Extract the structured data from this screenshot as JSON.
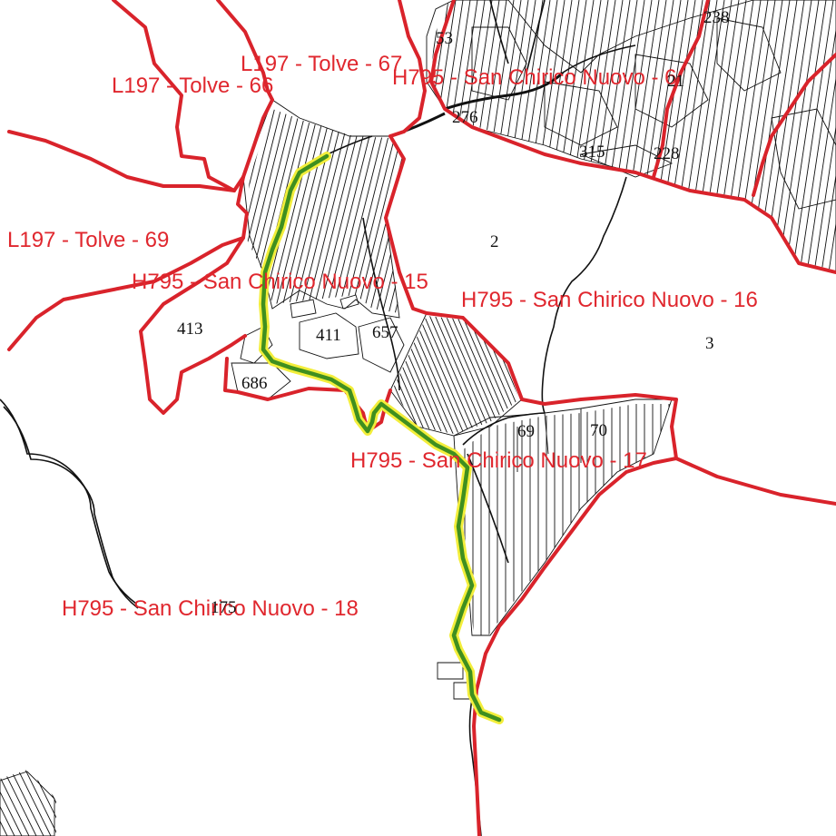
{
  "map": {
    "colors": {
      "boundary": "#d9232b",
      "label": "#e0272e",
      "parcel_line": "#111111",
      "route_glow": "#f3ee3b",
      "route": "#3f8f1f",
      "background": "#ffffff"
    },
    "sheet_labels": [
      "L197 - Tolve - 67",
      "L197 - Tolve - 66",
      "H795 - San Chirico Nuovo - 6",
      "L197 - Tolve - 69",
      "H795 - San Chirico Nuovo - 15",
      "H795 - San Chirico Nuovo - 16",
      "H795 - San Chirico Nuovo - 17",
      "H795 - San Chirico Nuovo - 18"
    ],
    "parcel_labels": [
      "53",
      "238",
      "276",
      "315",
      "228",
      "2",
      "3",
      "413",
      "411",
      "657",
      "686",
      "69",
      "70",
      "175",
      "21"
    ]
  }
}
